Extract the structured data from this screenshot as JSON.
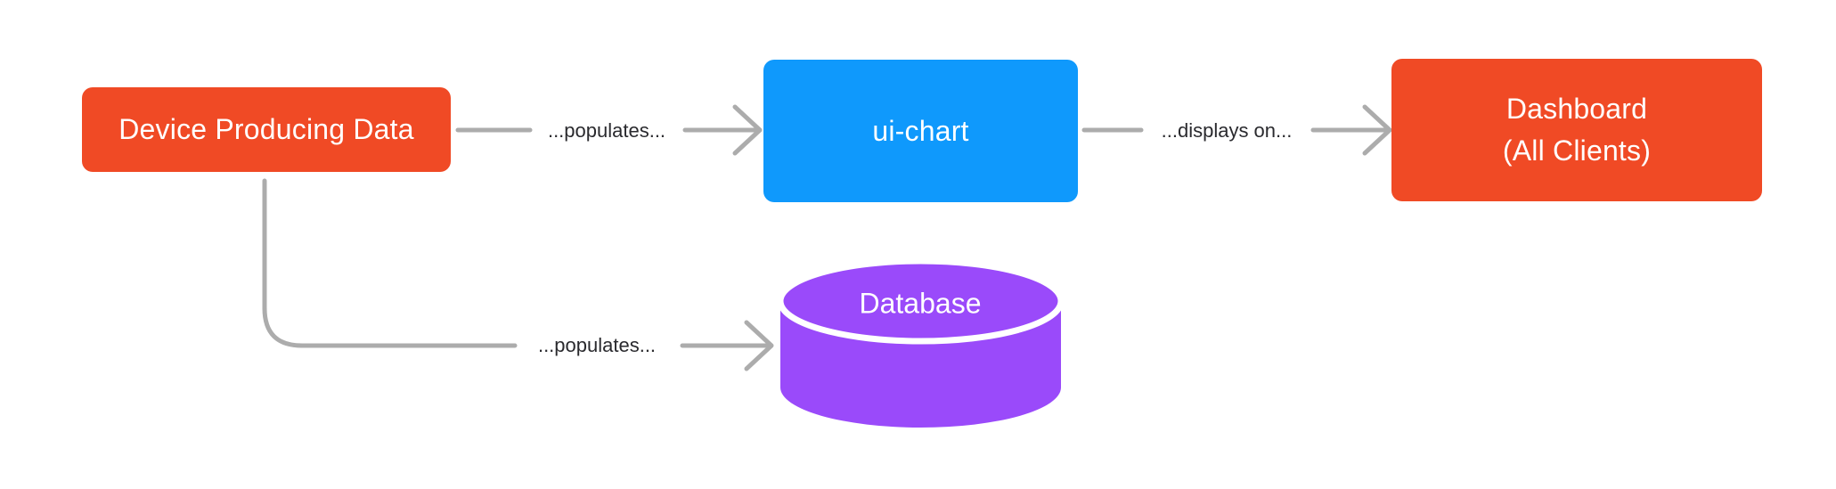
{
  "diagram": {
    "type": "flowchart",
    "colors": {
      "canvas_bg": "#ffffff",
      "node_orange": "#f04a25",
      "node_blue": "#0f99fc",
      "node_purple": "#9a4afa",
      "connector_gray": "#acacac",
      "edge_label_text": "#2a2a2e",
      "node_label_text": "#ffffff"
    },
    "nodes": [
      {
        "id": "device",
        "shape": "rounded-rect",
        "color": "#f04a25",
        "label": "Device Producing Data"
      },
      {
        "id": "ui-chart",
        "shape": "rounded-rect",
        "color": "#0f99fc",
        "label": "ui-chart"
      },
      {
        "id": "dashboard",
        "shape": "rounded-rect",
        "color": "#f04a25",
        "label_line1": "Dashboard",
        "label_line2": "(All Clients)"
      },
      {
        "id": "database",
        "shape": "cylinder",
        "color": "#9a4afa",
        "label": "Database"
      }
    ],
    "edges": [
      {
        "from": "device",
        "to": "ui-chart",
        "label": "...populates..."
      },
      {
        "from": "ui-chart",
        "to": "dashboard",
        "label": "...displays on..."
      },
      {
        "from": "device",
        "to": "database",
        "label": "...populates..."
      }
    ]
  }
}
